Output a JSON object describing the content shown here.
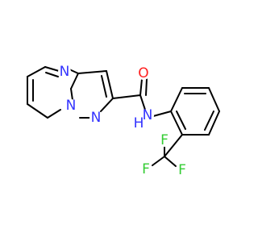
{
  "atoms": {
    "n_pyrimidine": {
      "label": "N",
      "color": "#3333ff"
    },
    "n_bridge": {
      "label": "N",
      "color": "#3333ff"
    },
    "n_pyrazole": {
      "label": "N",
      "color": "#3333ff"
    },
    "o_carbonyl": {
      "label": "O",
      "color": "#ff2020"
    },
    "nh_amide": {
      "label": "N",
      "color": "#3333ff"
    },
    "h_amide": {
      "label": "H",
      "color": "#3333ff"
    },
    "f_top": {
      "label": "F",
      "color": "#33cc33"
    },
    "f_left": {
      "label": "F",
      "color": "#33cc33"
    },
    "f_right": {
      "label": "F",
      "color": "#33cc33"
    }
  }
}
